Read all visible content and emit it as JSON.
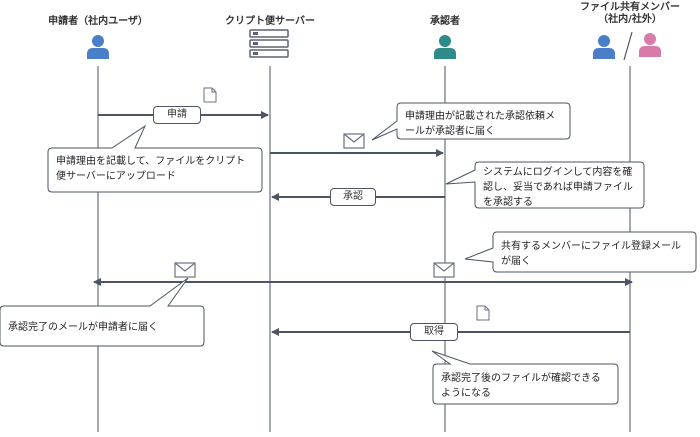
{
  "actors": {
    "applicant": "申請者（社内ユーザ）",
    "server": "クリプト便サーバー",
    "approver": "承認者",
    "members": "ファイル共有メンバー\n（社内/社外）"
  },
  "messages": {
    "apply": "申請",
    "approve": "承認",
    "retrieve": "取得"
  },
  "notes": {
    "applicant_upload": "申請理由を記載して、ファイルをクリプト便サーバーにアップロード",
    "approval_request_mail": "申請理由が記載された承認依頼メールが承認者に届く",
    "approver_login": "システムにログインして内容を確認し、妥当であれば申請ファイルを承認する",
    "member_mail": "共有するメンバーにファイル登録メールが届く",
    "applicant_done_mail": "承認完了のメールが申請者に届く",
    "member_confirm": "承認完了後のファイルが確認できるようになる"
  },
  "icons": {
    "person": "person-icon",
    "server": "server-icon",
    "document": "document-icon",
    "mail": "mail-icon"
  },
  "colors": {
    "line": "#4b5563",
    "applicant": "#4a7ec9",
    "approver": "#2f8a8a",
    "member_in": "#4a7ec9",
    "member_out": "#d97ba8",
    "server": "#5b6470"
  }
}
